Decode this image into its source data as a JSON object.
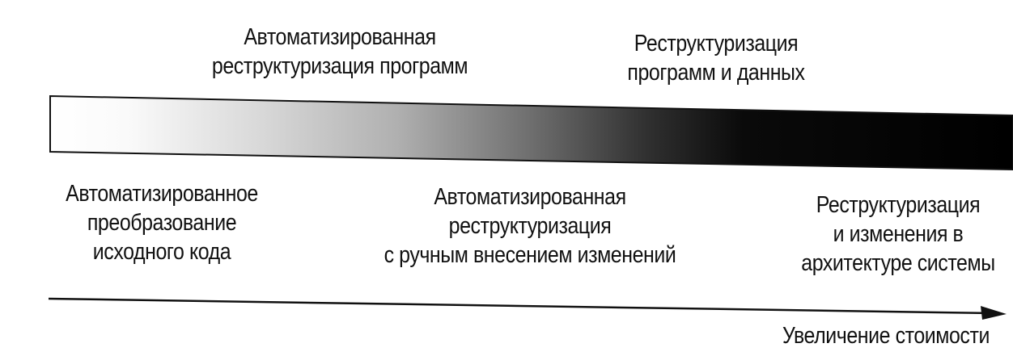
{
  "top_labels": {
    "left": [
      "Автоматизированная",
      "реструктуризация программ"
    ],
    "right": [
      "Реструктуризация",
      "программ и данных"
    ]
  },
  "bottom_labels": {
    "left": [
      "Автоматизированное",
      "преобразование",
      "исходного кода"
    ],
    "middle": [
      "Автоматизированная",
      "реструктуризация",
      "с ручным внесением изменений"
    ],
    "right": [
      "Реструктуризация",
      "и изменения в",
      "архитектуре системы"
    ]
  },
  "axis": {
    "label": "Увеличение стоимости"
  },
  "colors": {
    "gradient_start": "#ffffff",
    "gradient_end": "#000000",
    "line": "#111111"
  }
}
